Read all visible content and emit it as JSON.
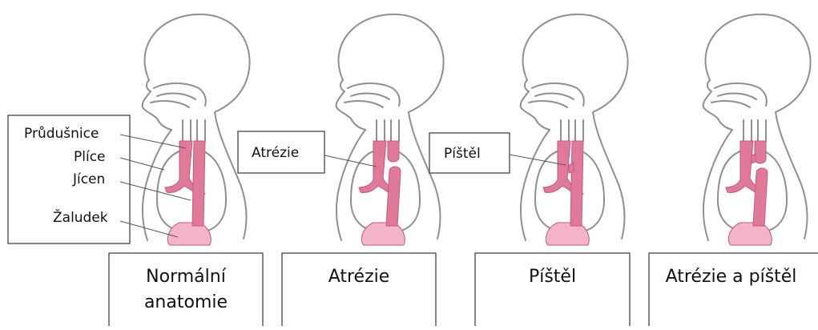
{
  "colors": {
    "outline": "#8f8f8f",
    "airway": "#e07a99",
    "airway_dark": "#c25a7c",
    "stomach": "#f2b4c6",
    "box_border": "#444444"
  },
  "anatomy_labels": {
    "trachea": "Průdušnice",
    "lungs": "Plíce",
    "esophagus": "Jícen",
    "stomach": "Žaludek"
  },
  "panel_labels": {
    "atresia": "Atrézie",
    "fistula": "Píštěl"
  },
  "captions": {
    "normal": "Normální anatomie",
    "atresia": "Atrézie",
    "fistula": "Píštěl",
    "both": "Atrézie a píštěl"
  },
  "panels": [
    {
      "id": "normal",
      "variant": "normal"
    },
    {
      "id": "atresia",
      "variant": "atresia"
    },
    {
      "id": "fistula",
      "variant": "fistula"
    },
    {
      "id": "both",
      "variant": "both"
    }
  ]
}
